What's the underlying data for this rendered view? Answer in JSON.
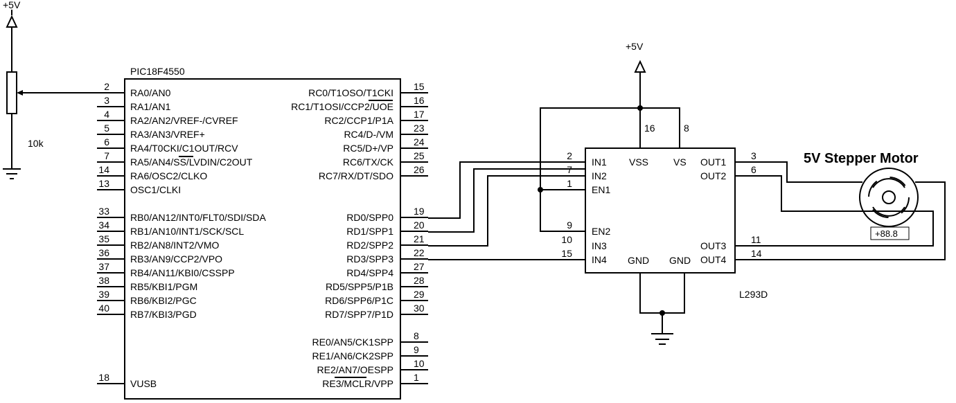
{
  "supply_left": "+5V",
  "supply_driver": "+5V",
  "pot_value": "10k",
  "mcu": {
    "name": "PIC18F4550",
    "left_pins": [
      {
        "num": "2",
        "label": "RA0/AN0"
      },
      {
        "num": "3",
        "label": "RA1/AN1"
      },
      {
        "num": "4",
        "label": "RA2/AN2/VREF-/CVREF"
      },
      {
        "num": "5",
        "label": "RA3/AN3/VREF+"
      },
      {
        "num": "6",
        "label": "RA4/T0CKI/C1OUT/RCV"
      },
      {
        "num": "7",
        "label": "RA5/AN4/SS/LVDIN/C2OUT"
      },
      {
        "num": "14",
        "label": "RA6/OSC2/CLKO"
      },
      {
        "num": "13",
        "label": "OSC1/CLKI"
      },
      {
        "num": "33",
        "label": "RB0/AN12/INT0/FLT0/SDI/SDA"
      },
      {
        "num": "34",
        "label": "RB1/AN10/INT1/SCK/SCL"
      },
      {
        "num": "35",
        "label": "RB2/AN8/INT2/VMO"
      },
      {
        "num": "36",
        "label": "RB3/AN9/CCP2/VPO"
      },
      {
        "num": "37",
        "label": "RB4/AN11/KBI0/CSSPP"
      },
      {
        "num": "38",
        "label": "RB5/KBI1/PGM"
      },
      {
        "num": "39",
        "label": "RB6/KBI2/PGC"
      },
      {
        "num": "40",
        "label": "RB7/KBI3/PGD"
      },
      {
        "num": "18",
        "label": "VUSB"
      }
    ],
    "right_pins": [
      {
        "num": "15",
        "label": "RC0/T1OSO/T1CKI"
      },
      {
        "num": "16",
        "label": "RC1/T1OSI/CCP2/UOE"
      },
      {
        "num": "17",
        "label": "RC2/CCP1/P1A"
      },
      {
        "num": "23",
        "label": "RC4/D-/VM"
      },
      {
        "num": "24",
        "label": "RC5/D+/VP"
      },
      {
        "num": "25",
        "label": "RC6/TX/CK"
      },
      {
        "num": "26",
        "label": "RC7/RX/DT/SDO"
      },
      {
        "num": "19",
        "label": "RD0/SPP0"
      },
      {
        "num": "20",
        "label": "RD1/SPP1"
      },
      {
        "num": "21",
        "label": "RD2/SPP2"
      },
      {
        "num": "22",
        "label": "RD3/SPP3"
      },
      {
        "num": "27",
        "label": "RD4/SPP4"
      },
      {
        "num": "28",
        "label": "RD5/SPP5/P1B"
      },
      {
        "num": "29",
        "label": "RD6/SPP6/P1C"
      },
      {
        "num": "30",
        "label": "RD7/SPP7/P1D"
      },
      {
        "num": "8",
        "label": "RE0/AN5/CK1SPP"
      },
      {
        "num": "9",
        "label": "RE1/AN6/CK2SPP"
      },
      {
        "num": "10",
        "label": "RE2/AN7/OESPP"
      },
      {
        "num": "1",
        "label": "RE3/MCLR/VPP"
      }
    ]
  },
  "driver": {
    "name": "L293D",
    "pins": {
      "in1": {
        "num": "2",
        "label": "IN1"
      },
      "in2": {
        "num": "7",
        "label": "IN2"
      },
      "en1": {
        "num": "1",
        "label": "EN1"
      },
      "en2": {
        "num": "9",
        "label": "EN2"
      },
      "in3": {
        "num": "10",
        "label": "IN3"
      },
      "in4": {
        "num": "15",
        "label": "IN4"
      },
      "vss": {
        "num": "16",
        "label": "VSS"
      },
      "vs": {
        "num": "8",
        "label": "VS"
      },
      "out1": {
        "num": "3",
        "label": "OUT1"
      },
      "out2": {
        "num": "6",
        "label": "OUT2"
      },
      "out3": {
        "num": "11",
        "label": "OUT3"
      },
      "out4": {
        "num": "14",
        "label": "OUT4"
      },
      "gnd1": {
        "label": "GND"
      },
      "gnd2": {
        "label": "GND"
      }
    }
  },
  "motor": {
    "title": "5V Stepper Motor",
    "readout": "+88.8"
  }
}
